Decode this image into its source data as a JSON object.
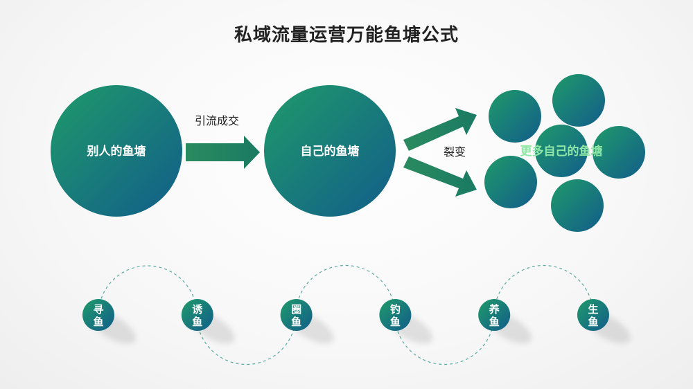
{
  "title": "私域流量运营万能鱼塘公式",
  "nodes": {
    "others_pond": "别人的鱼塘",
    "own_pond": "自己的鱼塘",
    "more_ponds": "更多自己的鱼塘"
  },
  "arrows": {
    "traffic": "引流成交",
    "fission": "裂变"
  },
  "steps": [
    {
      "line1": "寻",
      "line2": "鱼"
    },
    {
      "line1": "诱",
      "line2": "鱼"
    },
    {
      "line1": "圈",
      "line2": "鱼"
    },
    {
      "line1": "钓",
      "line2": "鱼"
    },
    {
      "line1": "养",
      "line2": "鱼"
    },
    {
      "line1": "生",
      "line2": "鱼"
    }
  ],
  "colors": {
    "gradient_start": "#1f9a6a",
    "gradient_end": "#125d8a",
    "more_ponds_text": "#8fe7a6"
  }
}
